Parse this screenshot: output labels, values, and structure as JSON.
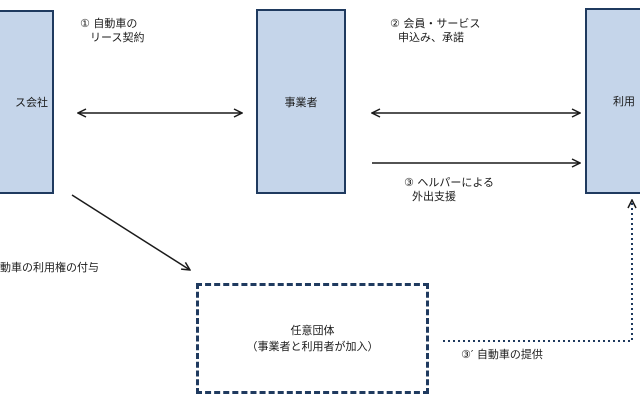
{
  "boxes": {
    "lease_company": "ス会社",
    "operator": "事業者",
    "user": "利用",
    "group_title": "任意団体",
    "group_subtitle": "（事業者と利用者が加入）"
  },
  "labels": {
    "step1_line1": "① 自動車の",
    "step1_line2": "リース契約",
    "step2_line1": "② 会員・サービス",
    "step2_line2": "申込み、承諾",
    "step3_line1": "③ ヘルパーによる",
    "step3_line2": "外出支援",
    "step3_prime": "③′ 自動車の提供",
    "left_partial": "動車の利用権の付与"
  }
}
